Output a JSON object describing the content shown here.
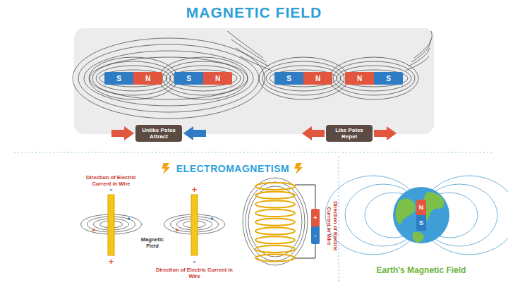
{
  "diagram": {
    "title": "MAGNETIC FIELD",
    "nodes": [
      {
        "text": [
          "S",
          "N"
        ]
      },
      {
        "text": [
          "S",
          "N"
        ]
      },
      {
        "text": [
          "S",
          "N"
        ]
      },
      {
        "text": [
          "N",
          "S"
        ]
      },
      {
        "text": [
          "Unlike Poles Attract"
        ]
      },
      {
        "text": [
          "Like Poles Repel"
        ]
      },
      {
        "text": [
          "+",
          "-"
        ]
      },
      {
        "text": [
          "N",
          "S"
        ]
      }
    ],
    "labels": [
      "ELECTROMAGNETISM",
      "Direction of Electric Current in Wire",
      "-",
      "+",
      "+",
      "-",
      "Magnetic Field",
      "Direction of Electric Current in Wire",
      "Direction of Electric Current in Wire",
      "Earth's Magnetic Field"
    ]
  }
}
